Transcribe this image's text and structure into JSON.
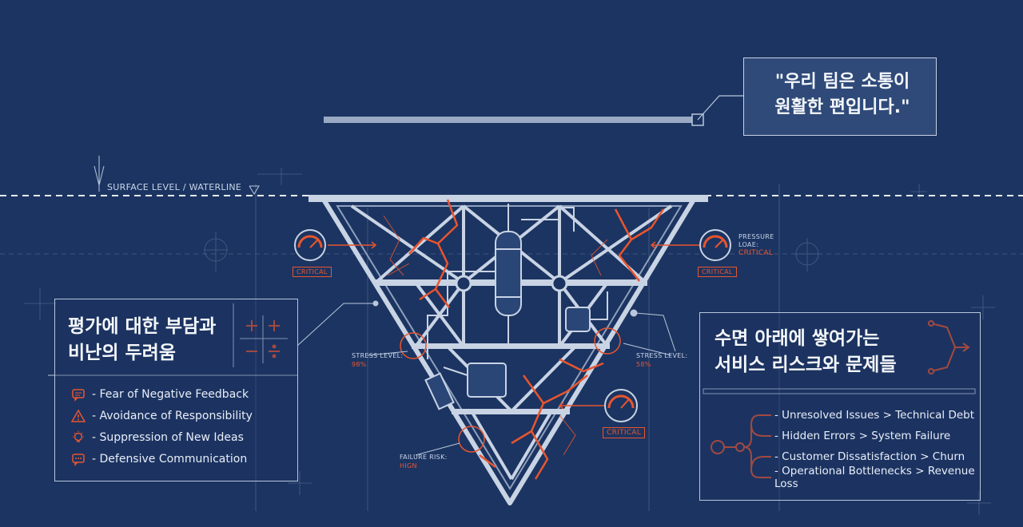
{
  "quote": {
    "line1": "\"우리 팀은 소통이",
    "line2": "원활한 편입니다.\""
  },
  "waterline_label": "SURFACE LEVEL / WATERLINE",
  "gauges": {
    "left_top": "CRITICAL",
    "right_top": "CRITICAL",
    "bottom": "CRITICAL",
    "pressure": {
      "label1": "PRESSURE",
      "label2": "LOAE:",
      "value": "CRITICAL"
    }
  },
  "stress_left": {
    "label": "STRESS LEVEL:",
    "value": "98%"
  },
  "stress_right": {
    "label": "STRESS LEVEL:",
    "value": "58%"
  },
  "failure_risk": {
    "label": "FAILURE RISK:",
    "value": "HIGN"
  },
  "left_panel": {
    "title1": "평가에 대한 부담과",
    "title2": "비난의 두려움",
    "items": [
      {
        "icon": "chat-icon",
        "text": "- Fear of Negative Feedback"
      },
      {
        "icon": "warning-icon",
        "text": "- Avoidance of Responsibility"
      },
      {
        "icon": "lightbulb-icon",
        "text": "- Suppression of New Ideas"
      },
      {
        "icon": "message-alert-icon",
        "text": "- Defensive Communication"
      }
    ]
  },
  "right_panel": {
    "title1": "수면 아래에 쌓여가는",
    "title2": "서비스 리스크와 문제들",
    "items": [
      "- Unresolved Issues > Technical Debt",
      "- Hidden Errors > System Failure",
      "- Customer Dissatisfaction > Churn",
      "- Operational Bottlenecks > Revenue Loss"
    ]
  },
  "colors": {
    "background": "#1c3461",
    "line": "#b9c7dc",
    "accent": "#e8552e"
  }
}
